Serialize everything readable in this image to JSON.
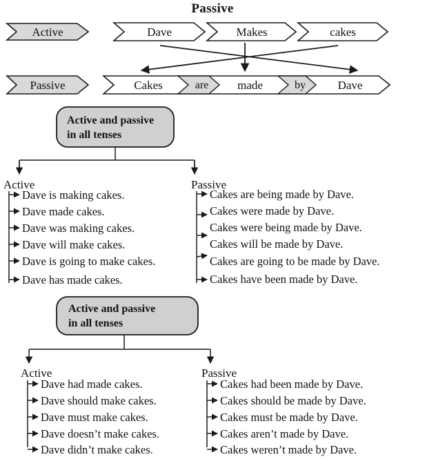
{
  "title": "Passive",
  "voice_demo": {
    "active_label": "Active",
    "passive_label": "Passive",
    "active_sentence": [
      "Dave",
      "Makes",
      "cakes"
    ],
    "passive_sentence": [
      "Cakes",
      "are",
      "made",
      "by",
      "Dave"
    ],
    "shaded_color": "#d9d9d9",
    "plain_color": "#ffffff",
    "stroke_color": "#1a1a1a"
  },
  "sections": [
    {
      "box_title_line1": "Active and passive",
      "box_title_line2": "in all tenses",
      "active_heading": "Active",
      "passive_heading": "Passive",
      "active_items": [
        "Dave is making cakes.",
        "Dave made cakes.",
        "Dave was making cakes.",
        "Dave will make cakes.",
        "Dave is going to make cakes.",
        "Dave has made cakes."
      ],
      "passive_items": [
        "Cakes are being made by Dave.",
        "Cakes were made by Dave.",
        "Cakes were being made by Dave.",
        "Cakes will be made by Dave.",
        "Cakes are going to be made by Dave.",
        "Cakes have been made by Dave."
      ]
    },
    {
      "box_title_line1": "Active and passive",
      "box_title_line2": "in all tenses",
      "active_heading": "Active",
      "passive_heading": "Passive",
      "active_items": [
        "Dave had made cakes.",
        "Dave should make cakes.",
        "Dave must make cakes.",
        "Dave doesn’t make cakes.",
        "Dave didn’t make cakes."
      ],
      "passive_items": [
        "Cakes had been made by Dave.",
        "Cakes should be made by Dave.",
        "Cakes must be made by Dave.",
        "Cakes aren’t made by Dave.",
        "Cakes weren’t made by Dave."
      ]
    }
  ]
}
